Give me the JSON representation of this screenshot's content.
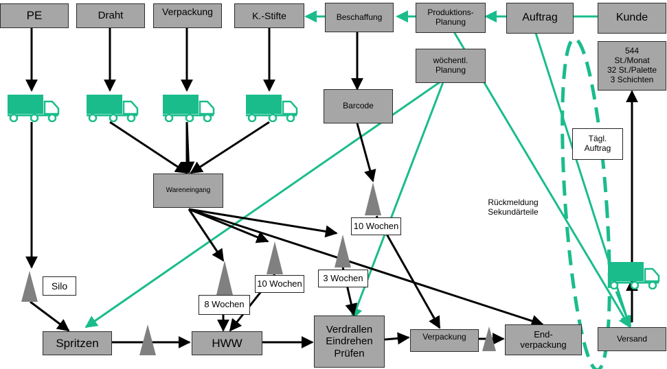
{
  "colors": {
    "box_fill": "#a6a6a6",
    "material_flow": "#000000",
    "info_flow": "#1abc8c",
    "inventory": "#808080",
    "truck": "#1abc8c"
  },
  "suppliers": [
    {
      "name": "supplier-pe",
      "label": "PE"
    },
    {
      "name": "supplier-draht",
      "label": "Draht"
    },
    {
      "name": "supplier-verpackung",
      "label": "Verpackung"
    },
    {
      "name": "supplier-k-stifte",
      "label": "K.-Stifte"
    }
  ],
  "control": {
    "beschaffung": "Beschaffung",
    "produktionsplanung": "Produktions-\nPlanung",
    "auftrag": "Auftrag",
    "kunde": "Kunde",
    "woechentl_planung": "wöchentl.\nPlanung",
    "barcode": "Barcode",
    "kunde_info": "544\nSt./Monat\n32 St./Palette\n3 Schichten"
  },
  "processes": {
    "wareneingang": "Wareneingang",
    "spritzen": "Spritzen",
    "hww": "HWW",
    "verdrallen": "Verdrallen\nEindrehen\nPrüfen",
    "verpackung": "Verpackung",
    "endverpackung": "End-\nverpackung",
    "versand": "Versand"
  },
  "inventory_labels": {
    "silo": "Silo",
    "w8": "8 Wochen",
    "w10a": "10 Wochen",
    "w3": "3 Wochen",
    "w10b": "10 Wochen"
  },
  "annotations": {
    "taegl_auftrag": "Tägl.\nAuftrag",
    "rueckmeldung": "Rückmeldung\nSekundärteile"
  },
  "icons": [
    "truck-icon",
    "inventory-triangle-icon"
  ]
}
